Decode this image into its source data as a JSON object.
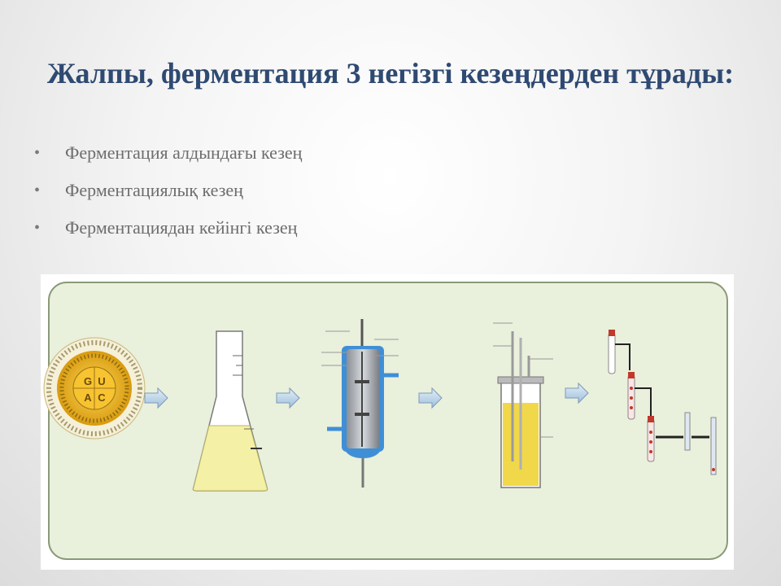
{
  "slide": {
    "title": "Жалпы, ферментация 3 негізгі кезеңдерден тұрады:",
    "bullets": [
      "Ферментация алдындағы кезең",
      "Ферментациялық кезең",
      "Ферментациядан кейінгі кезең"
    ]
  },
  "diagram": {
    "codon_wheel_letters": [
      "G",
      "U",
      "A",
      "C"
    ],
    "colors": {
      "panel_fill": "#e9f0dc",
      "panel_border": "#8a9a78",
      "arrow_fill": "#bcd6ea",
      "liquid": "#f4f1a6",
      "bioreactor_jacket": "#3f8fd6",
      "codon_gold": "#e7b321"
    },
    "icons": [
      "codon-wheel-icon",
      "flask-icon",
      "bioreactor-icon",
      "fermenter-vessel-icon",
      "test-tubes-icon"
    ]
  }
}
